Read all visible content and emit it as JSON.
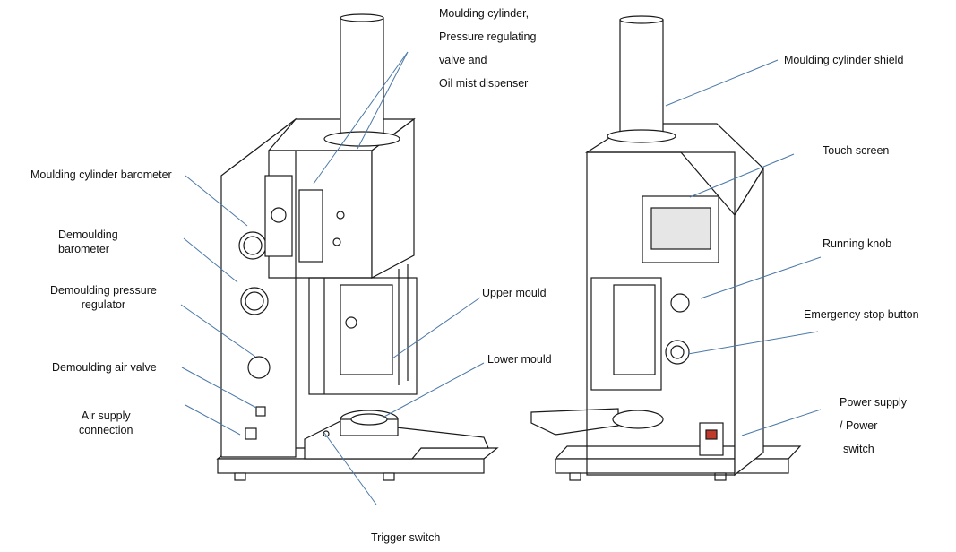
{
  "labels": {
    "moulding_cylinder_group": [
      "Moulding cylinder,",
      "Pressure regulating",
      "valve and",
      "Oil mist dispenser"
    ],
    "moulding_cylinder_barometer": "Moulding cylinder barometer",
    "demoulding_barometer": [
      "Demoulding",
      "barometer"
    ],
    "demoulding_pressure_regulator": [
      "Demoulding pressure",
      "regulator"
    ],
    "demoulding_air_valve": "Demoulding air valve",
    "air_supply_connection": [
      "Air supply",
      "connection"
    ],
    "trigger_switch": "Trigger switch",
    "upper_mould": "Upper mould",
    "lower_mould": "Lower mould",
    "moulding_cylinder_shield": "Moulding cylinder shield",
    "touch_screen": "Touch screen",
    "running_knob": "Running knob",
    "emergency_stop_button": "Emergency stop button",
    "power_supply_switch": [
      "Power supply",
      "/ Power",
      "switch"
    ]
  },
  "colors": {
    "leader_line": "#4a78a8",
    "machine_stroke": "#1a1a1a",
    "screen_fill": "#e6e6e6",
    "switch_red": "#c0392b"
  }
}
